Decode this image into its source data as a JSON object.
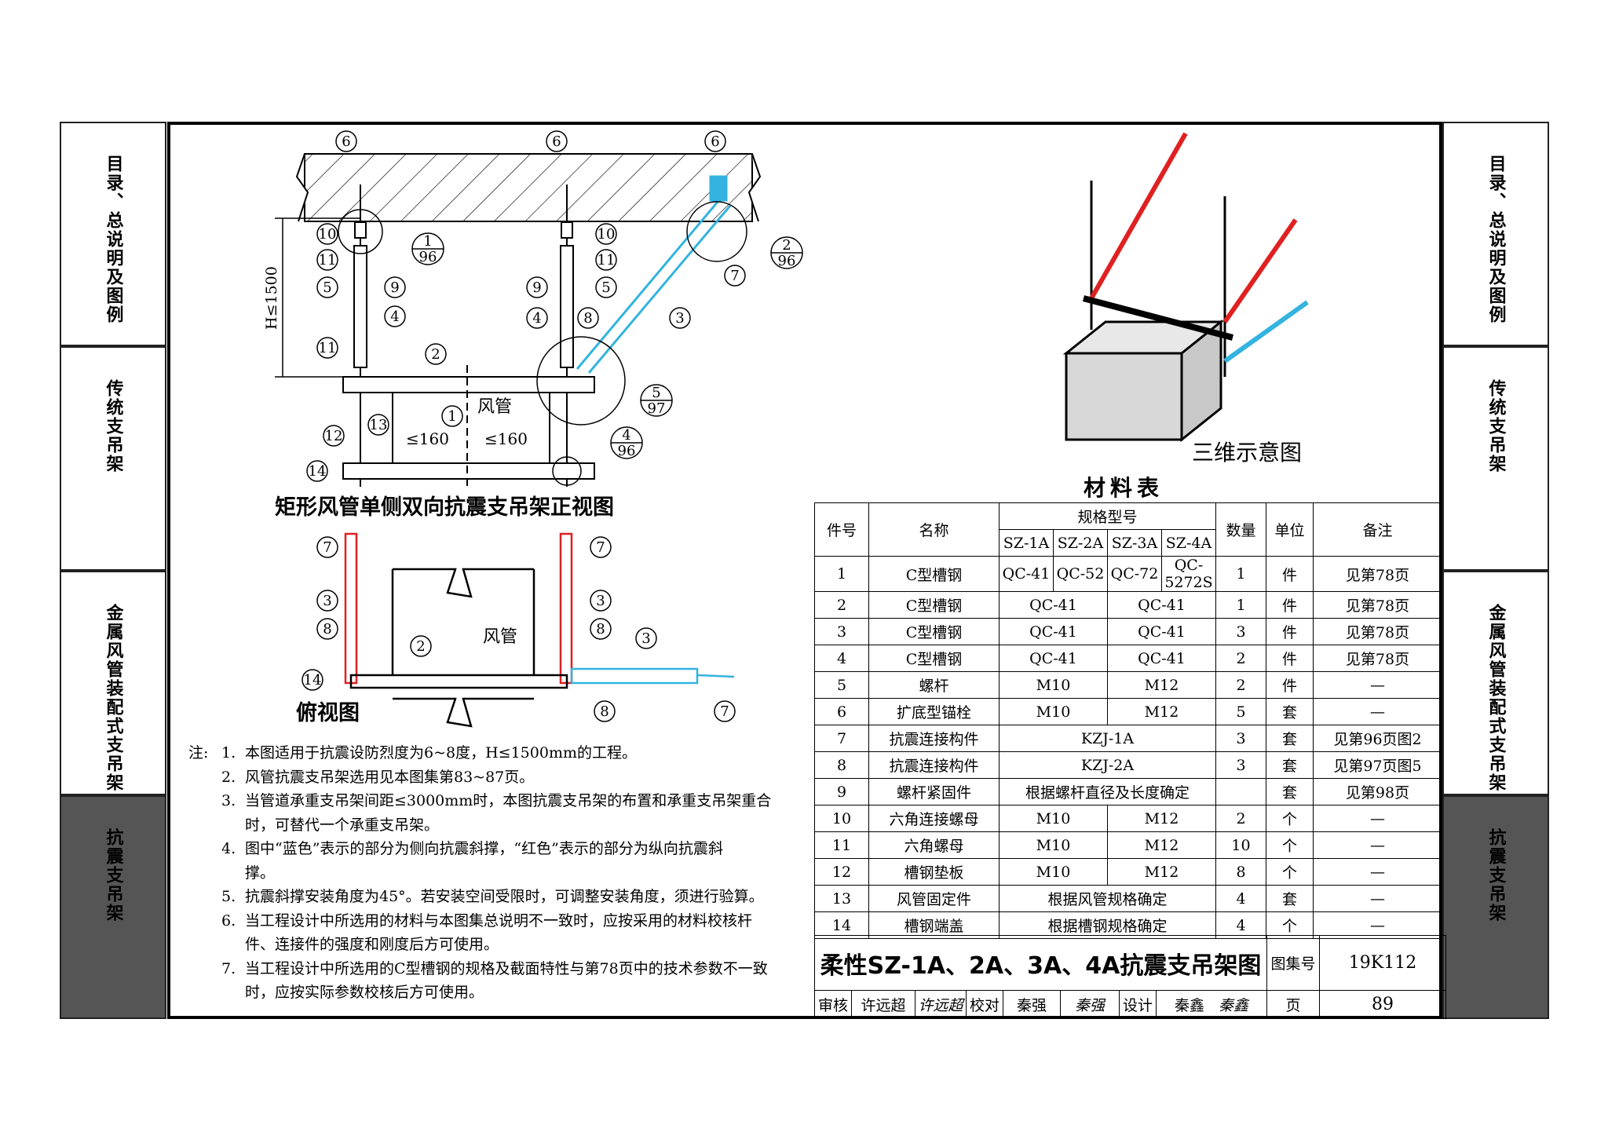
{
  "side_left": [
    "目录、总说明及图例",
    "传统支吊架",
    "金属风管装配式支吊架",
    "抗震支吊架"
  ],
  "side_right": [
    "目录、总说明及图例",
    "传统支吊架",
    "金属风管装配式支吊架",
    "抗震支吊架"
  ],
  "front_view_title": "矩形风管单侧双向抗震支吊架正视图",
  "top_view_title": "俯视图",
  "three_d_title": "三维示意图",
  "labels": {
    "duct": "风管",
    "h_limit": "H≤1500",
    "dim_left": "≤160",
    "dim_right": "≤160",
    "callouts": [
      "6",
      "10",
      "11",
      "5",
      "9",
      "4",
      "12",
      "13",
      "14",
      "1",
      "2",
      "3",
      "7",
      "8"
    ],
    "detail_refs": [
      {
        "num": "1",
        "page": "96"
      },
      {
        "num": "2",
        "page": "96"
      },
      {
        "num": "5",
        "page": "97"
      },
      {
        "num": "4",
        "page": "96"
      }
    ]
  },
  "notes": {
    "label": "注:",
    "items": [
      {
        "n": "1.",
        "t": "本图适用于抗震设防烈度为6~8度，H≤1500mm的工程。"
      },
      {
        "n": "2.",
        "t": "风管抗震支吊架选用见本图集第83~87页。"
      },
      {
        "n": "3.",
        "t": "当管道承重支吊架间距≤3000mm时，本图抗震支吊架的布置和承重支吊架重合"
      },
      {
        "n": "",
        "t": "时，可替代一个承重支吊架。"
      },
      {
        "n": "4.",
        "t": "图中“蓝色”表示的部分为侧向抗震斜撑，“红色”表示的部分为纵向抗震斜"
      },
      {
        "n": "",
        "t": "撑。"
      },
      {
        "n": "5.",
        "t": "抗震斜撑安装角度为45°。若安装空间受限时，可调整安装角度，须进行验算。"
      },
      {
        "n": "6.",
        "t": "当工程设计中所选用的材料与本图集总说明不一致时，应按采用的材料校核杆"
      },
      {
        "n": "",
        "t": "件、连接件的强度和刚度后方可使用。"
      },
      {
        "n": "7.",
        "t": "当工程设计中所选用的C型槽钢的规格及截面特性与第78页中的技术参数不一致"
      },
      {
        "n": "",
        "t": "时，应按实际参数校核后方可使用。"
      }
    ]
  },
  "material_table": {
    "title": "材料表",
    "headers": {
      "no": "件号",
      "name": "名称",
      "spec": "规格型号",
      "qty": "数量",
      "unit": "单位",
      "remark": "备注",
      "models": [
        "SZ-1A",
        "SZ-2A",
        "SZ-3A",
        "SZ-4A"
      ]
    },
    "rows": [
      {
        "no": "1",
        "name": "C型槽钢",
        "specs": [
          "QC-41",
          "QC-52",
          "QC-72",
          "QC-5272S"
        ],
        "qty": "1",
        "unit": "件",
        "remark": "见第78页"
      },
      {
        "no": "2",
        "name": "C型槽钢",
        "specs": [
          "QC-41",
          "QC-41"
        ],
        "qty": "1",
        "unit": "件",
        "remark": "见第78页"
      },
      {
        "no": "3",
        "name": "C型槽钢",
        "specs": [
          "QC-41",
          "QC-41"
        ],
        "qty": "3",
        "unit": "件",
        "remark": "见第78页"
      },
      {
        "no": "4",
        "name": "C型槽钢",
        "specs": [
          "QC-41",
          "QC-41"
        ],
        "qty": "2",
        "unit": "件",
        "remark": "见第78页"
      },
      {
        "no": "5",
        "name": "螺杆",
        "specs": [
          "M10",
          "M12"
        ],
        "qty": "2",
        "unit": "件",
        "remark": "—"
      },
      {
        "no": "6",
        "name": "扩底型锚栓",
        "specs": [
          "M10",
          "M12"
        ],
        "qty": "5",
        "unit": "套",
        "remark": "—"
      },
      {
        "no": "7",
        "name": "抗震连接构件",
        "specs": [
          "KZJ-1A"
        ],
        "qty": "3",
        "unit": "套",
        "remark": "见第96页图2"
      },
      {
        "no": "8",
        "name": "抗震连接构件",
        "specs": [
          "KZJ-2A"
        ],
        "qty": "3",
        "unit": "套",
        "remark": "见第97页图5"
      },
      {
        "no": "9",
        "name": "螺杆紧固件",
        "specs": [
          "根据螺杆直径及长度确定"
        ],
        "qty": "",
        "unit": "套",
        "remark": "见第98页"
      },
      {
        "no": "10",
        "name": "六角连接螺母",
        "specs": [
          "M10",
          "M12"
        ],
        "qty": "2",
        "unit": "个",
        "remark": "—"
      },
      {
        "no": "11",
        "name": "六角螺母",
        "specs": [
          "M10",
          "M12"
        ],
        "qty": "10",
        "unit": "个",
        "remark": "—"
      },
      {
        "no": "12",
        "name": "槽钢垫板",
        "specs": [
          "M10",
          "M12"
        ],
        "qty": "8",
        "unit": "个",
        "remark": "—"
      },
      {
        "no": "13",
        "name": "风管固定件",
        "specs": [
          "根据风管规格确定"
        ],
        "qty": "4",
        "unit": "套",
        "remark": "—"
      },
      {
        "no": "14",
        "name": "槽钢端盖",
        "specs": [
          "根据槽钢规格确定"
        ],
        "qty": "4",
        "unit": "个",
        "remark": "—"
      }
    ]
  },
  "title_block": {
    "title": "柔性SZ-1A、2A、3A、4A抗震支吊架图",
    "atlas_label": "图集号",
    "atlas_no": "19K112",
    "review_label": "审核",
    "reviewer": "许远超",
    "check_label": "校对",
    "checker": "秦强",
    "design_label": "设计",
    "designer": "秦鑫",
    "page_label": "页",
    "page_no": "89"
  },
  "colors": {
    "lateral_brace": "#33b3e0",
    "longitudinal_brace": "#e02020"
  }
}
